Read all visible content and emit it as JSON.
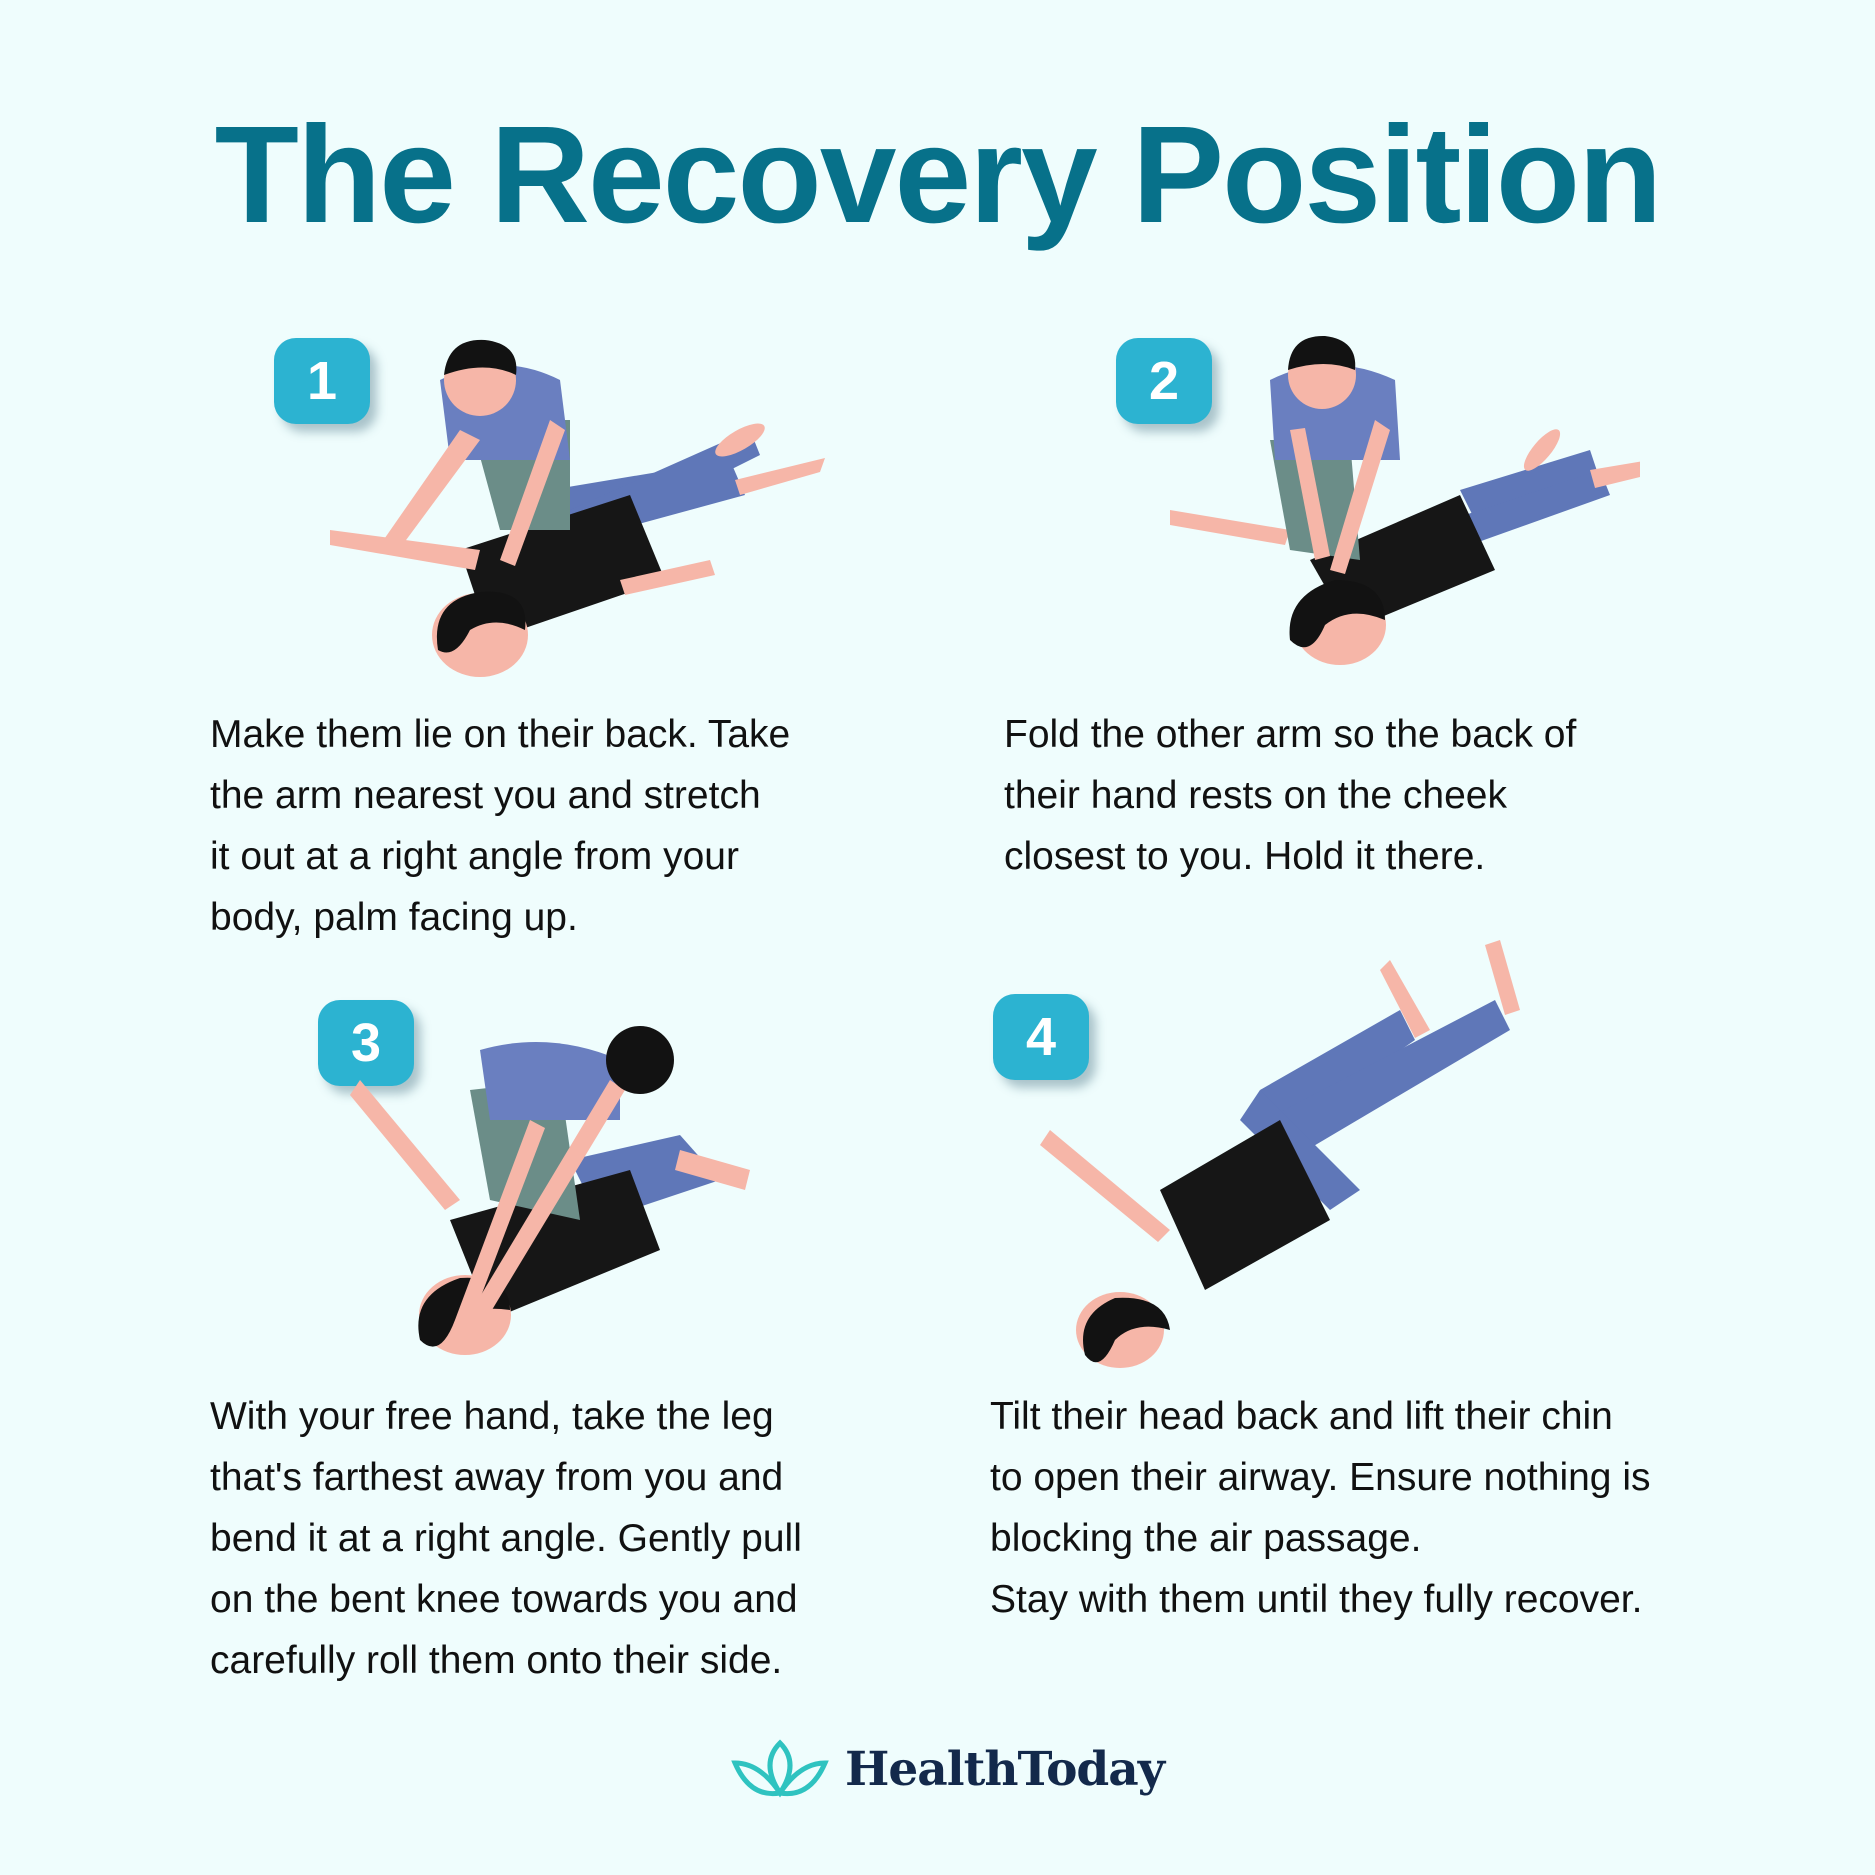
{
  "title": "The Recovery Position",
  "colors": {
    "title": "#07718a",
    "badge": "#2cb3d1",
    "brand_text": "#13294b",
    "logo": "#2fc3c0",
    "background": "#effdfd",
    "shirt_helper": "#6a7fc0",
    "pants_helper": "#6b8d88",
    "victim_shirt": "#161616",
    "victim_pants": "#5f77b8",
    "skin": "#f6b6a8",
    "hair": "#121212"
  },
  "steps": [
    {
      "number": "1",
      "icon": "person-laying-flat-arm-stretched-illustration",
      "lines": [
        "Make them lie on their back. Take",
        "the arm nearest you and stretch",
        "it out at a right angle from your",
        "body, palm facing up."
      ]
    },
    {
      "number": "2",
      "icon": "hand-on-cheek-illustration",
      "lines": [
        "Fold the other arm so the back of",
        "their hand rests on the cheek",
        "closest to you. Hold it there."
      ]
    },
    {
      "number": "3",
      "icon": "rolling-onto-side-illustration",
      "lines": [
        "With your free hand, take the leg",
        "that's farthest away from you and",
        "bend it at a right angle. Gently pull",
        "on the bent knee towards you and",
        "carefully roll them onto their side."
      ]
    },
    {
      "number": "4",
      "icon": "recovery-position-illustration",
      "lines": [
        "Tilt their head back and lift their chin",
        "to open their airway. Ensure nothing is",
        "blocking the air passage.",
        "Stay with them until they fully recover."
      ]
    }
  ],
  "footer": {
    "brand": "HealthToday",
    "logo_icon": "lotus-icon"
  }
}
